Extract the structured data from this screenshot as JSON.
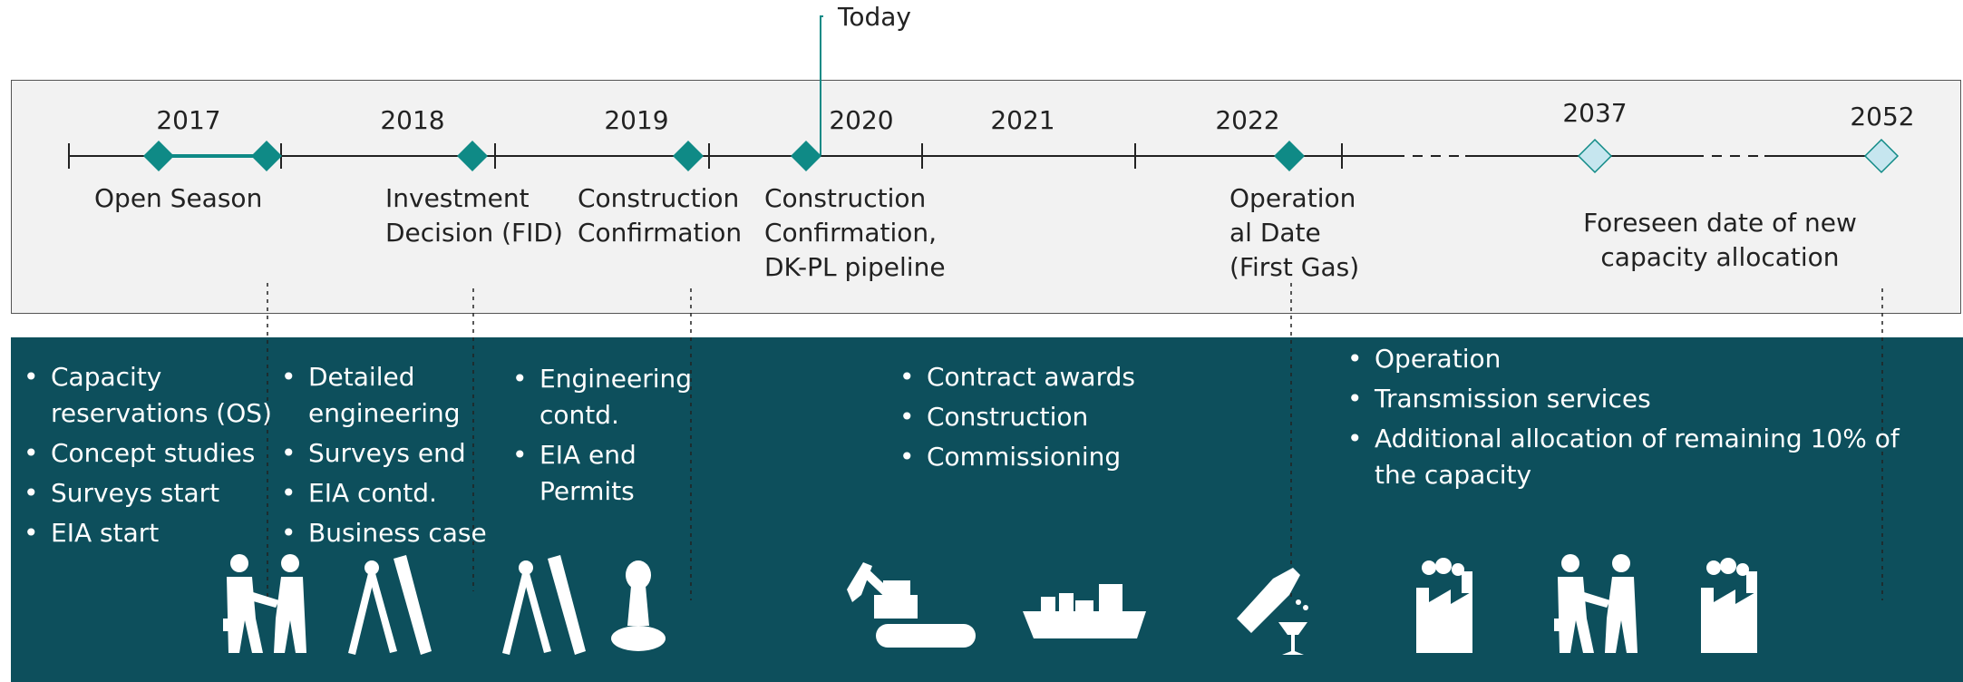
{
  "today_label": "Today",
  "years": [
    "2017",
    "2018",
    "2019",
    "2020",
    "2021",
    "2022",
    "2037",
    "2052"
  ],
  "milestones": [
    {
      "lines": [
        "Open Season"
      ]
    },
    {
      "lines": [
        "Investment",
        "Decision (FID)"
      ]
    },
    {
      "lines": [
        "Construction",
        "Confirmation"
      ]
    },
    {
      "lines": [
        "Construction",
        "Confirmation,",
        "DK-PL pipeline"
      ]
    },
    {
      "lines": [
        "Operation",
        "al Date",
        "(First Gas)"
      ]
    },
    {
      "lines": [
        "Foreseen date of new",
        "capacity allocation"
      ]
    }
  ],
  "phases": [
    {
      "items": [
        "Capacity",
        "reservations (OS)",
        "Concept studies",
        "Surveys start",
        "EIA start"
      ]
    },
    {
      "items": [
        "Detailed",
        "engineering",
        "Surveys end",
        "EIA contd.",
        "Business case"
      ]
    },
    {
      "items": [
        "Engineering",
        "contd.",
        "EIA end",
        "Permits"
      ]
    },
    {
      "items": [
        "Contract awards",
        "Construction",
        "Commissioning"
      ]
    },
    {
      "items": [
        "Operation",
        "Transmission services",
        "Additional allocation of remaining 10% of",
        "the capacity"
      ]
    }
  ],
  "icons": [
    "handshake-icon",
    "compass-ruler-icon",
    "compass-ruler-icon",
    "stamp-icon",
    "excavator-icon",
    "ship-icon",
    "champagne-icon",
    "factory-icon",
    "handshake-icon",
    "factory-icon"
  ],
  "colors": {
    "diamond_filled": "#0f8a86",
    "diamond_future": "#c6e6ef",
    "panel": "#0d4f5c",
    "today_line": "#0f8a86"
  }
}
